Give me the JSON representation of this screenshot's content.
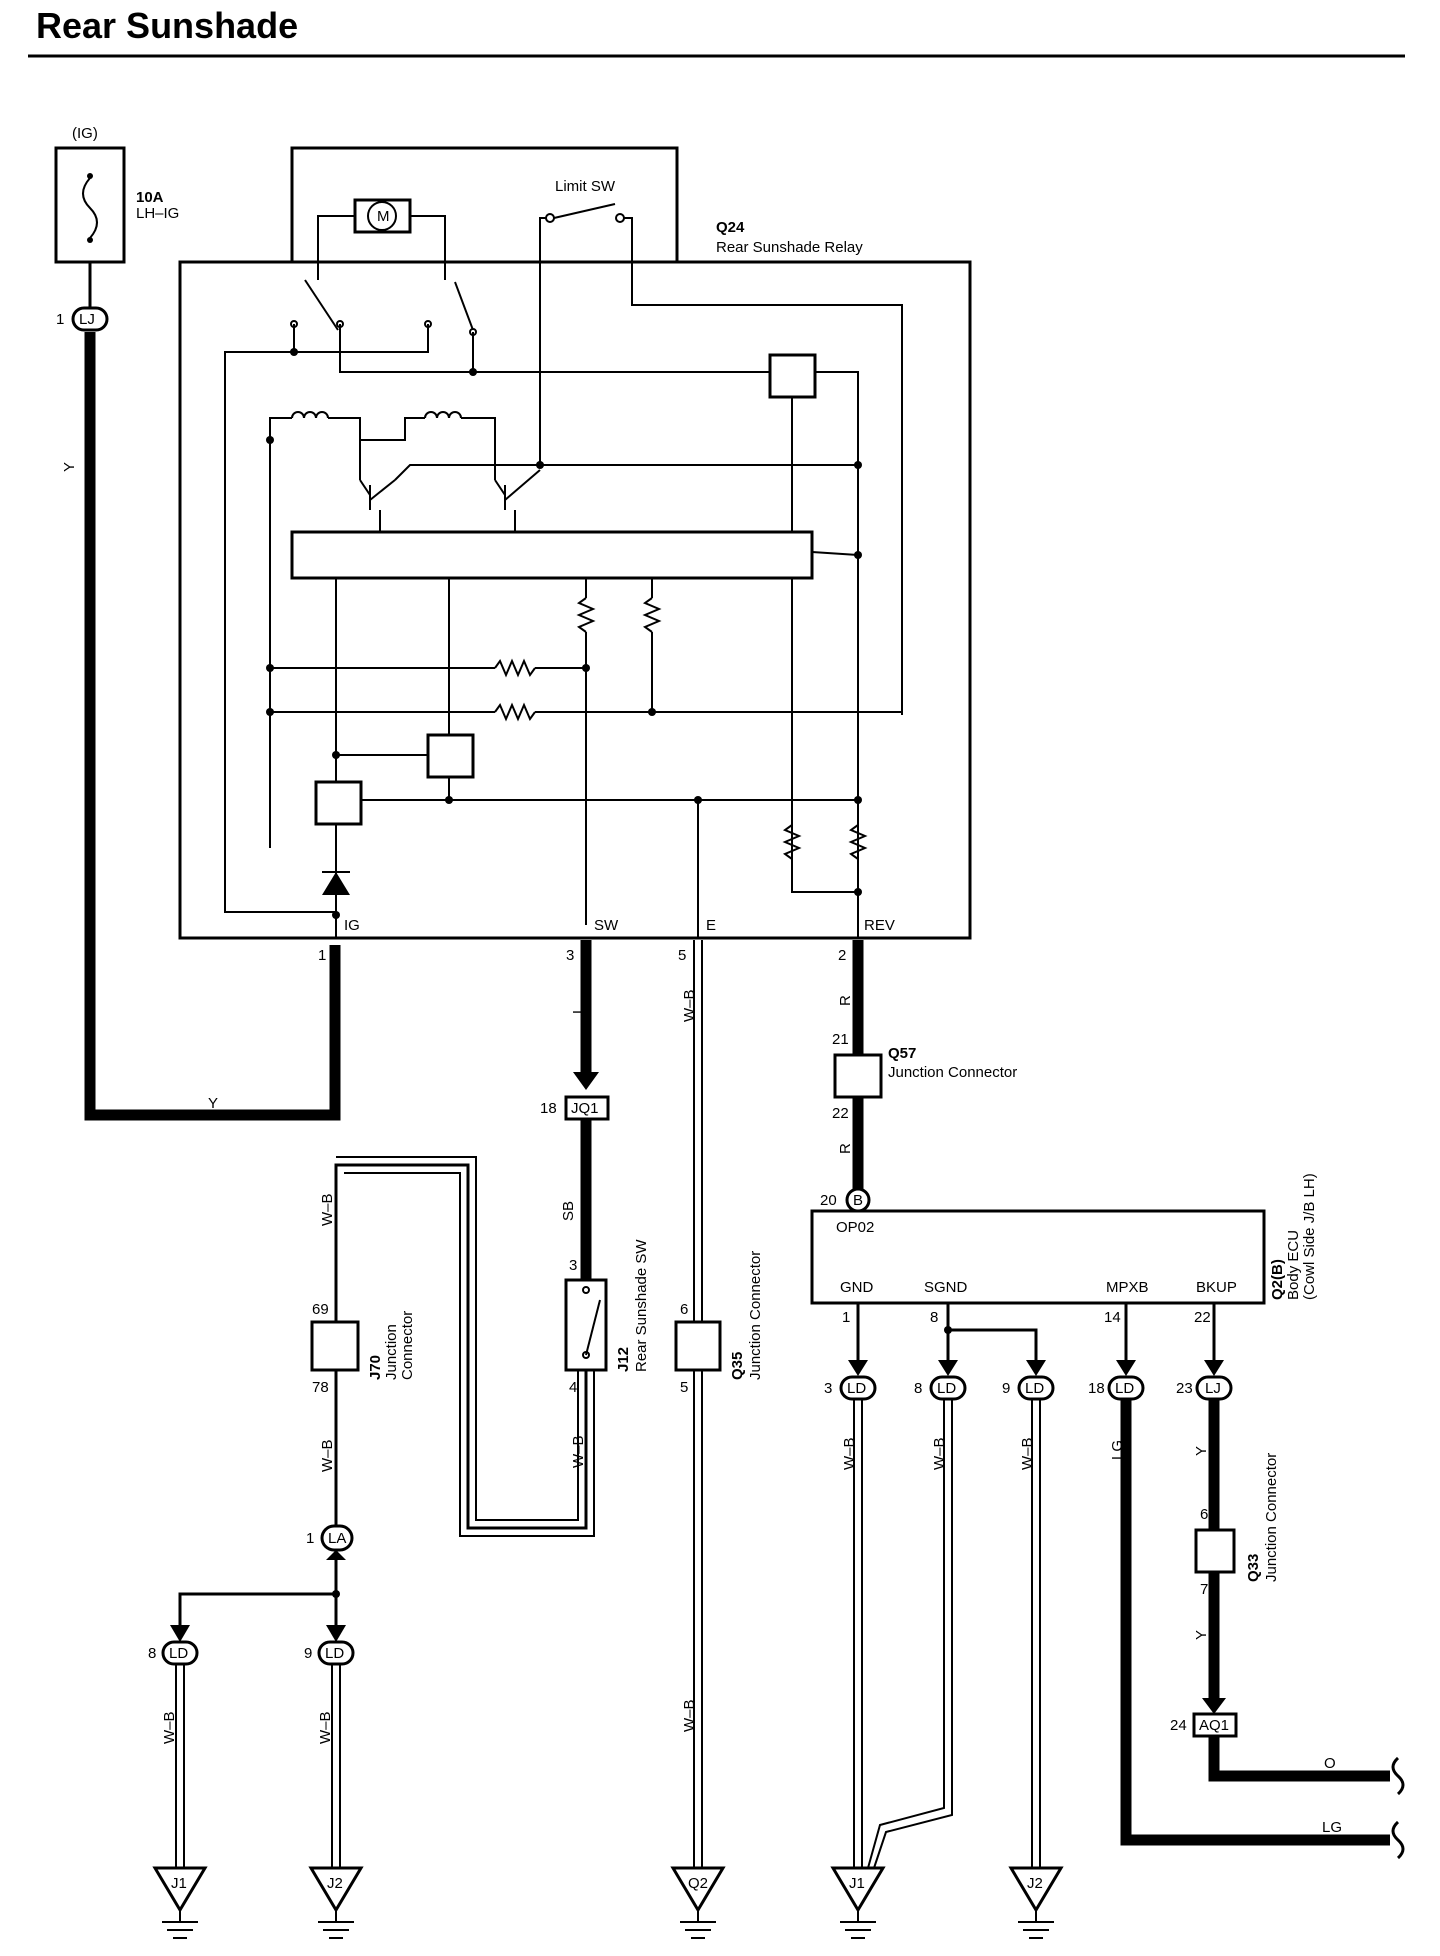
{
  "title": "Rear Sunshade",
  "fuse": {
    "supply": "(IG)",
    "rating": "10A",
    "name": "LH–IG"
  },
  "relay": {
    "code": "Q24",
    "name": "Rear Sunshade Relay",
    "limit_switch": "Limit SW",
    "motor": "M",
    "terminals": {
      "ig": "IG",
      "sw": "SW",
      "e": "E",
      "rev": "REV"
    }
  },
  "connectors": {
    "LJ": "LJ",
    "JQ1": "JQ1",
    "LA": "LA",
    "LD": "LD",
    "AQ1": "AQ1",
    "B": "B"
  },
  "junction_q57": {
    "code": "Q57",
    "name": "Junction Connector"
  },
  "junction_j70": {
    "code": "J70",
    "name1": "Junction",
    "name2": "Connector"
  },
  "junction_q35": {
    "code": "Q35",
    "name": "Junction Connector"
  },
  "junction_q33": {
    "code": "Q33",
    "name": "Junction Connector"
  },
  "switch_j12": {
    "code": "J12",
    "name": "Rear Sunshade SW"
  },
  "ecu": {
    "code": "Q2(B)",
    "name": "Body ECU",
    "location": "(Cowl Side J/B LH)",
    "block": "OP02",
    "terminals": {
      "gnd": "GND",
      "sgnd": "SGND",
      "mpxb": "MPXB",
      "bkup": "BKUP"
    }
  },
  "wire_colors": {
    "y": "Y",
    "l": "L",
    "wb": "W–B",
    "r": "R",
    "sb": "SB",
    "lg": "LG",
    "o": "O"
  },
  "pins": {
    "p1": "1",
    "p2": "2",
    "p3": "3",
    "p4": "4",
    "p5": "5",
    "p6": "6",
    "p7": "7",
    "p8": "8",
    "p9": "9",
    "p14": "14",
    "p18": "18",
    "p20": "20",
    "p21": "21",
    "p22": "22",
    "p23": "23",
    "p24": "24",
    "p69": "69",
    "p78": "78"
  },
  "grounds": {
    "j1": "J1",
    "j2": "J2",
    "q2": "Q2"
  }
}
